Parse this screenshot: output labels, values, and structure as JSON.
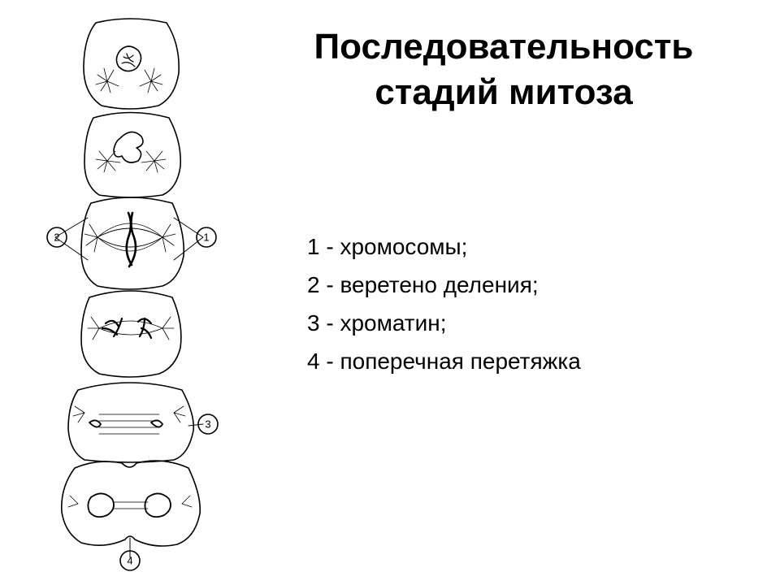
{
  "title": {
    "line1": "Последовательность",
    "line2": "стадий митоза"
  },
  "legend": [
    "1 - хромосомы;",
    "2 - веретено деления;",
    "3 - хроматин;",
    "4 - поперечная перетяжка"
  ],
  "markers": [
    "1",
    "2",
    "3",
    "4"
  ],
  "colors": {
    "ink": "#000000",
    "background": "#ffffff"
  }
}
